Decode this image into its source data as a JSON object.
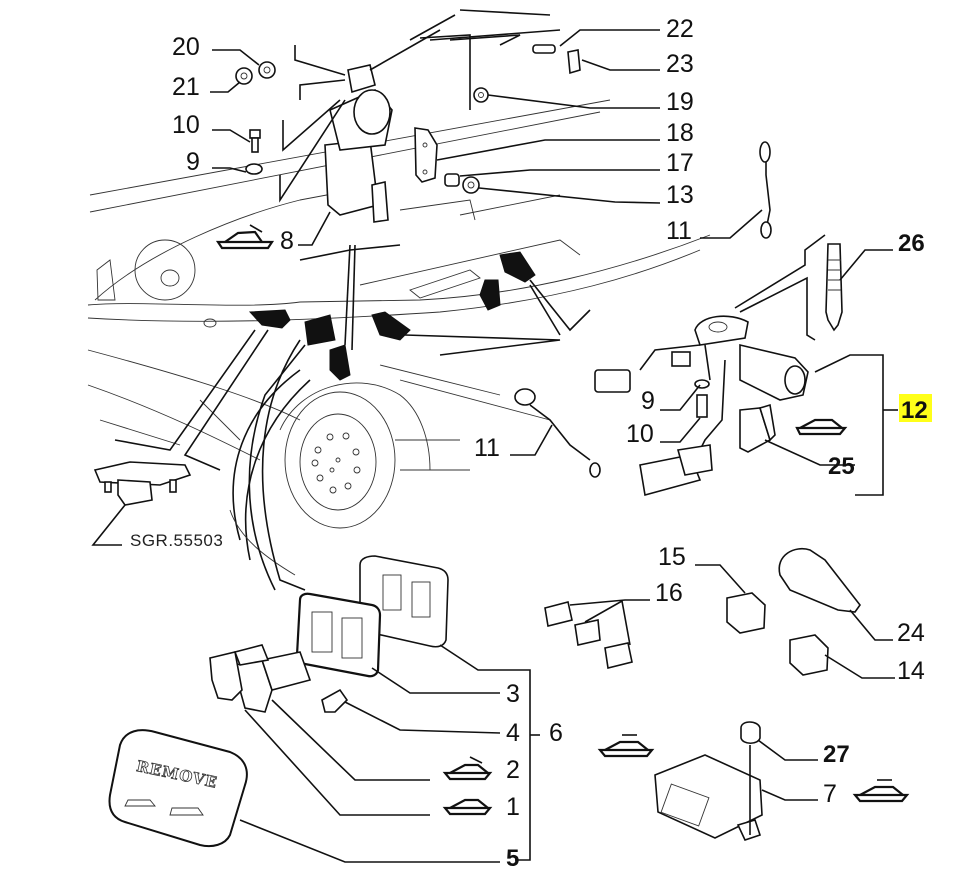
{
  "diagram": {
    "title": "Electric soft-top / power roof components exploded view",
    "highlight_color": "#ffff19",
    "line_color": "#111111",
    "background": "#ffffff",
    "callouts": [
      {
        "id": "c20",
        "label": "20"
      },
      {
        "id": "c21",
        "label": "21"
      },
      {
        "id": "c10a",
        "label": "10"
      },
      {
        "id": "c9a",
        "label": "9"
      },
      {
        "id": "c8",
        "label": "8"
      },
      {
        "id": "c22",
        "label": "22"
      },
      {
        "id": "c23",
        "label": "23"
      },
      {
        "id": "c19",
        "label": "19"
      },
      {
        "id": "c18",
        "label": "18"
      },
      {
        "id": "c17",
        "label": "17"
      },
      {
        "id": "c13",
        "label": "13"
      },
      {
        "id": "c11a",
        "label": "11"
      },
      {
        "id": "c26",
        "label": "26"
      },
      {
        "id": "c12",
        "label": "12",
        "highlighted": true
      },
      {
        "id": "c9b",
        "label": "9"
      },
      {
        "id": "c10b",
        "label": "10"
      },
      {
        "id": "c25",
        "label": "25"
      },
      {
        "id": "c11b",
        "label": "11"
      },
      {
        "id": "c15",
        "label": "15"
      },
      {
        "id": "c16",
        "label": "16"
      },
      {
        "id": "c24",
        "label": "24"
      },
      {
        "id": "c14",
        "label": "14"
      },
      {
        "id": "c3",
        "label": "3"
      },
      {
        "id": "c4",
        "label": "4"
      },
      {
        "id": "c6",
        "label": "6"
      },
      {
        "id": "c2",
        "label": "2"
      },
      {
        "id": "c1",
        "label": "1"
      },
      {
        "id": "c5",
        "label": "5"
      },
      {
        "id": "c27",
        "label": "27"
      },
      {
        "id": "c7",
        "label": "7"
      }
    ],
    "reference_code": "SGR.55503",
    "switch_cover_text": "REMOVE",
    "icons": [
      "convertible-roof-open-icon",
      "convertible-roof-close-icon",
      "convertible-roof-motion-icon"
    ]
  }
}
